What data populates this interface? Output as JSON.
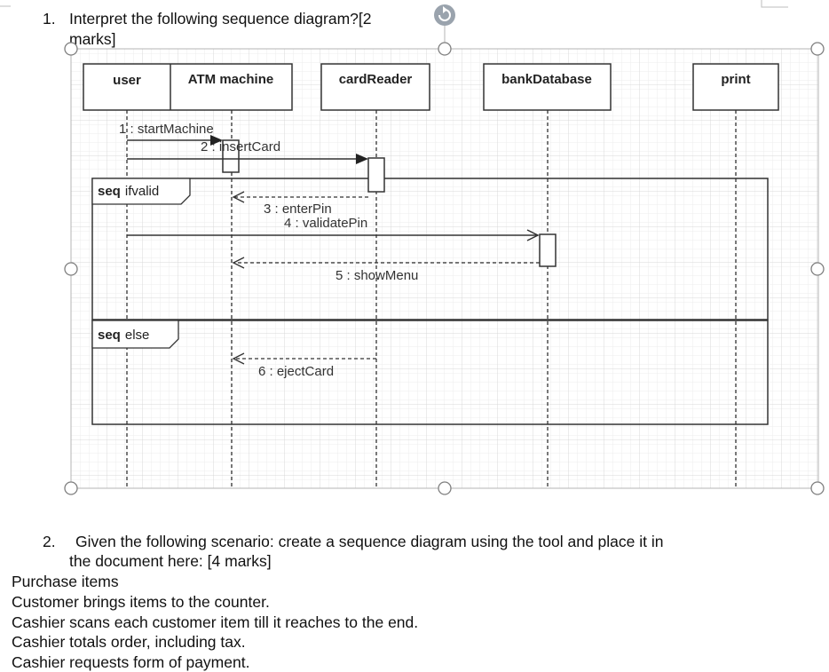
{
  "question1": {
    "number": "1.",
    "line1": "Interpret the following sequence diagram?[2",
    "line2": "marks]"
  },
  "diagram": {
    "participants": [
      "user",
      "ATM machine",
      "cardReader",
      "bankDatabase",
      "print"
    ],
    "messages": [
      "1 : startMachine",
      "2 : insertCard",
      "3 : enterPin",
      "4 : validatePin",
      "5 : showMenu",
      "6 : ejectCard"
    ],
    "frames": [
      {
        "keyword": "seq",
        "guard": "ifvalid"
      },
      {
        "keyword": "seq",
        "guard": "else"
      }
    ]
  },
  "question2": {
    "number": "2.",
    "line1": "Given the following scenario: create a sequence diagram using the tool and place it in",
    "line2": "the document here: [4 marks]"
  },
  "scenario": [
    "Purchase items",
    "Customer brings items to the counter.",
    "Cashier scans each customer item till it reaches to the end.",
    "Cashier totals order, including tax.",
    "Cashier requests form of payment."
  ],
  "colors": {
    "grid": "#e6e6e6",
    "line": "#333333",
    "handle_fill": "#ffffff",
    "rotate_icon": "#9aa3ad"
  },
  "icons": {
    "rotate_handle": "rotate-icon",
    "resize_handles": "circle-handle"
  }
}
